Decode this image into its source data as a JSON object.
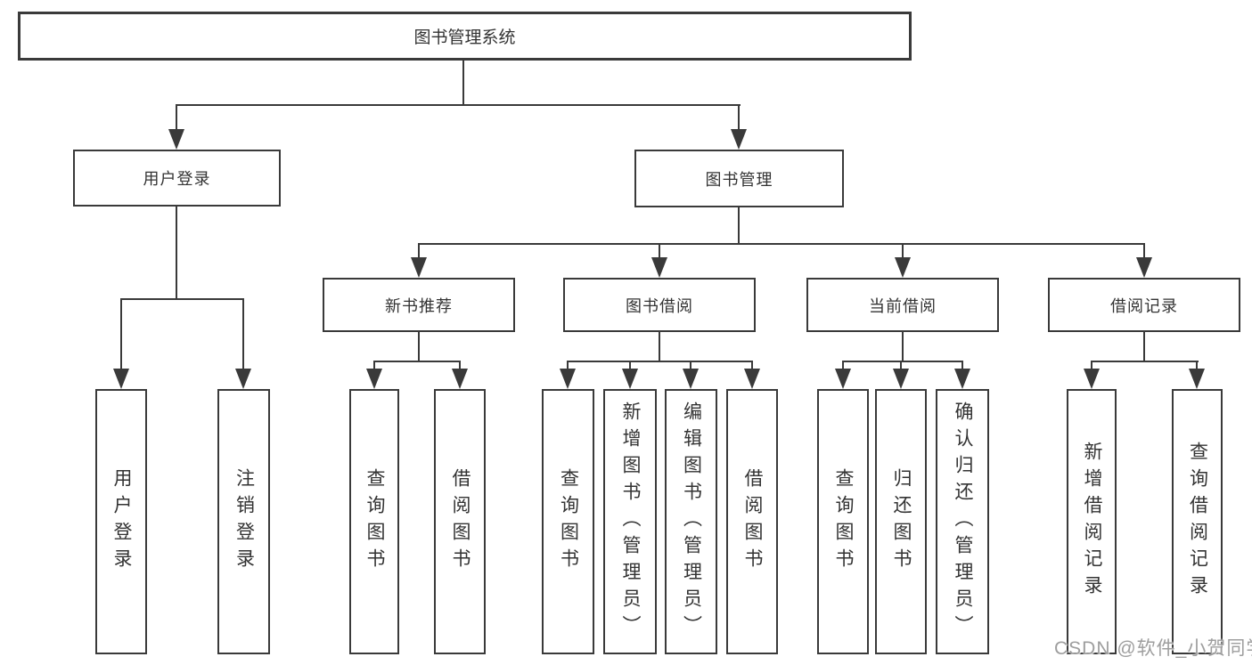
{
  "diagram": {
    "root": {
      "label": "图书管理系统"
    },
    "level2": [
      {
        "label": "用户登录"
      },
      {
        "label": "图书管理"
      }
    ],
    "level3": [
      {
        "label": "新书推荐"
      },
      {
        "label": "图书借阅"
      },
      {
        "label": "当前借阅"
      },
      {
        "label": "借阅记录"
      }
    ],
    "leaves": {
      "user_login": [
        {
          "label": "用户登录"
        },
        {
          "label": "注销登录"
        }
      ],
      "new_book_recommend": [
        {
          "label": "查询图书"
        },
        {
          "label": "借阅图书"
        }
      ],
      "book_borrow": [
        {
          "label": "查询图书"
        },
        {
          "label": "新增图书（管理员）"
        },
        {
          "label": "编辑图书（管理员）"
        },
        {
          "label": "借阅图书"
        }
      ],
      "current_borrow": [
        {
          "label": "查询图书"
        },
        {
          "label": "归还图书"
        },
        {
          "label": "确认归还（管理员）"
        }
      ],
      "borrow_record": [
        {
          "label": "新增借阅记录"
        },
        {
          "label": "查询借阅记录"
        }
      ]
    }
  },
  "watermark": {
    "text": "CSDN @软件_小贺同学"
  },
  "colors": {
    "line": "#3a3a3a",
    "text": "#333333",
    "background": "#ffffff",
    "watermark": "#9e9e9e"
  }
}
